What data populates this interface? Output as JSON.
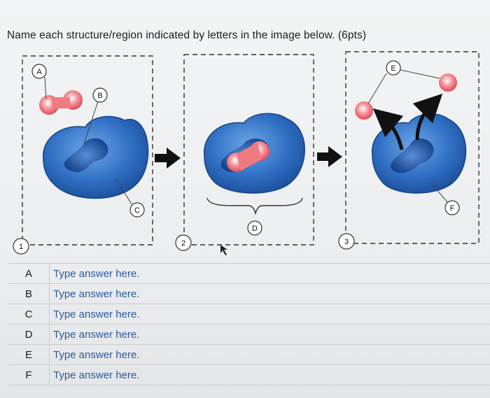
{
  "question": "Name each structure/region indicated by letters in the image below. (6pts)",
  "step_labels": [
    "1",
    "2",
    "3"
  ],
  "callouts": {
    "A": "A",
    "B": "B",
    "C": "C",
    "D": "D",
    "E": "E",
    "F": "F"
  },
  "answers": [
    {
      "letter": "A",
      "placeholder": "Type answer here."
    },
    {
      "letter": "B",
      "placeholder": "Type answer here."
    },
    {
      "letter": "C",
      "placeholder": "Type answer here."
    },
    {
      "letter": "D",
      "placeholder": "Type answer here."
    },
    {
      "letter": "E",
      "placeholder": "Type answer here."
    },
    {
      "letter": "F",
      "placeholder": "Type answer here."
    }
  ],
  "colors": {
    "enzyme": "#2f6fc4",
    "substrate": "#e8606a",
    "answer_text": "#2c5a9c"
  }
}
